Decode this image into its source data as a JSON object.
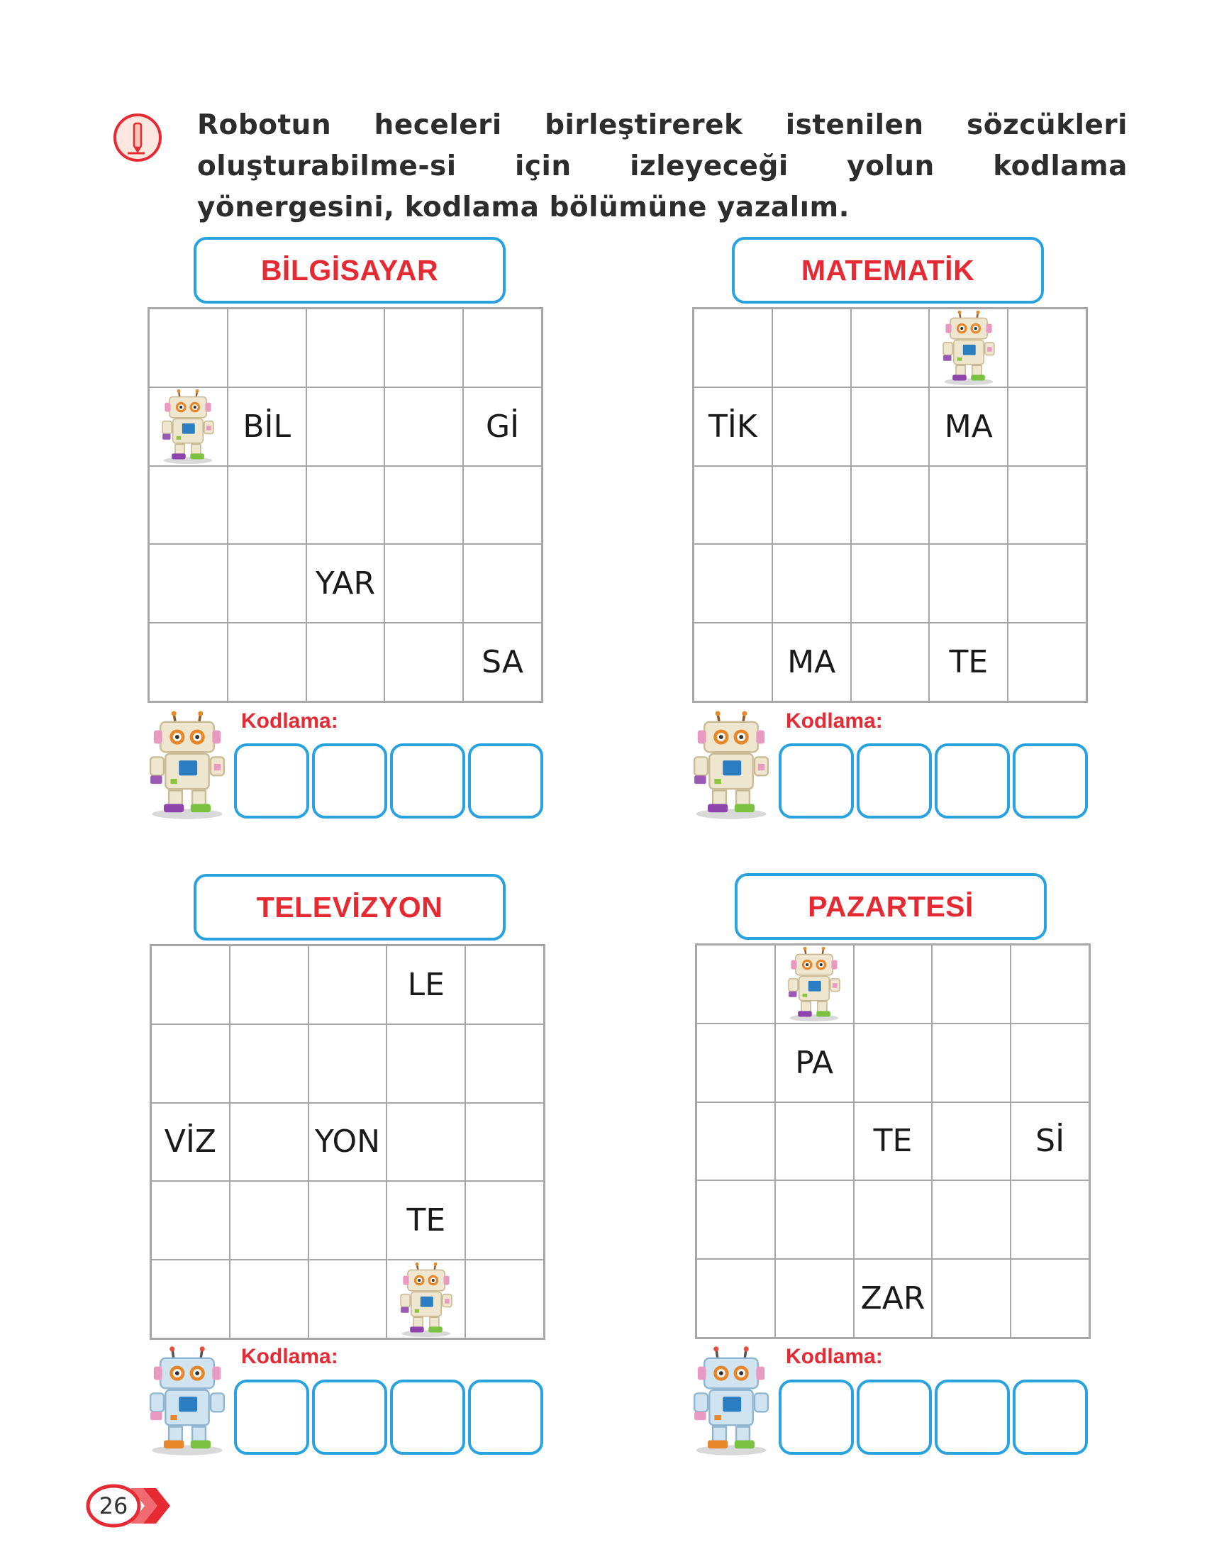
{
  "instruction": "Robotun heceleri birleştirerek istenilen sözcükleri oluşturabilme-si için izleyeceği yolun kodlama yönergesini, kodlama bölümüne yazalım.",
  "kodlama_label": "Kodlama:",
  "page_number": "26",
  "colors": {
    "accent_red": "#e52a33",
    "accent_blue": "#29a3df",
    "grid_gray": "#a7a7a7"
  },
  "puzzles": [
    {
      "title": "BİLGİSAYAR",
      "rows": [
        [
          "",
          "",
          "",
          "",
          ""
        ],
        [
          "robot",
          "BİL",
          "",
          "",
          "Gİ"
        ],
        [
          "",
          "",
          "",
          "",
          ""
        ],
        [
          "",
          "",
          "YAR",
          "",
          ""
        ],
        [
          "",
          "",
          "",
          "",
          "SA"
        ]
      ]
    },
    {
      "title": "MATEMATİK",
      "rows": [
        [
          "",
          "",
          "",
          "robot",
          ""
        ],
        [
          "TİK",
          "",
          "",
          "MA",
          ""
        ],
        [
          "",
          "",
          "",
          "",
          ""
        ],
        [
          "",
          "",
          "",
          "",
          ""
        ],
        [
          "",
          "MA",
          "",
          "TE",
          ""
        ]
      ]
    },
    {
      "title": "TELEVİZYON",
      "rows": [
        [
          "",
          "",
          "",
          "LE",
          ""
        ],
        [
          "",
          "",
          "",
          "",
          ""
        ],
        [
          "VİZ",
          "",
          "YON",
          "",
          ""
        ],
        [
          "",
          "",
          "",
          "TE",
          ""
        ],
        [
          "",
          "",
          "",
          "robot",
          ""
        ]
      ]
    },
    {
      "title": "PAZARTESİ",
      "rows": [
        [
          "",
          "robot",
          "",
          "",
          ""
        ],
        [
          "",
          "PA",
          "",
          "",
          ""
        ],
        [
          "",
          "",
          "TE",
          "",
          "Sİ"
        ],
        [
          "",
          "",
          "",
          "",
          ""
        ],
        [
          "",
          "",
          "ZAR",
          "",
          ""
        ]
      ]
    }
  ]
}
